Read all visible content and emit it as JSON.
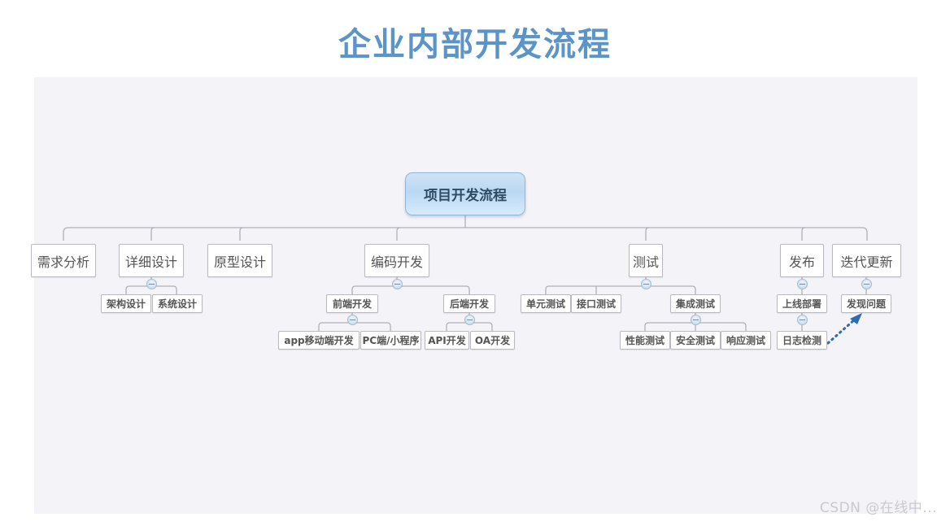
{
  "page": {
    "title": "企业内部开发流程",
    "title_color": "#5b94c9",
    "canvas_bg": "#f4f3f8",
    "watermark": "CSDN @在线中..."
  },
  "chart_data": {
    "type": "diagram",
    "diagram_kind": "mindmap-tree",
    "title": "企业内部开发流程",
    "root": "项目开发流程",
    "orientation": "top-down",
    "node_count": 27,
    "levels": 4,
    "nodes": {
      "root": {
        "label": "项目开发流程",
        "level": 1
      },
      "l2": [
        {
          "label": "需求分析",
          "level": 2,
          "children": []
        },
        {
          "label": "详细设计",
          "level": 2,
          "children": [
            "架构设计",
            "系统设计"
          ]
        },
        {
          "label": "原型设计",
          "level": 2,
          "children": []
        },
        {
          "label": "编码开发",
          "level": 2,
          "children": [
            "前端开发",
            "后端开发"
          ]
        },
        {
          "label": "测试",
          "level": 2,
          "children": [
            "单元测试",
            "接口测试",
            "集成测试"
          ]
        },
        {
          "label": "发布",
          "level": 2,
          "children": [
            "上线部署"
          ]
        },
        {
          "label": "迭代更新",
          "level": 2,
          "children": [
            "发现问题"
          ]
        }
      ],
      "l3": [
        {
          "label": "架构设计",
          "parent": "详细设计",
          "children": []
        },
        {
          "label": "系统设计",
          "parent": "详细设计",
          "children": []
        },
        {
          "label": "前端开发",
          "parent": "编码开发",
          "children": [
            "app移动端开发",
            "PC端/小程序"
          ]
        },
        {
          "label": "后端开发",
          "parent": "编码开发",
          "children": [
            "API开发",
            "OA开发"
          ]
        },
        {
          "label": "单元测试",
          "parent": "测试",
          "children": []
        },
        {
          "label": "接口测试",
          "parent": "测试",
          "children": []
        },
        {
          "label": "集成测试",
          "parent": "测试",
          "children": [
            "性能测试",
            "安全测试",
            "响应测试"
          ]
        },
        {
          "label": "上线部署",
          "parent": "发布",
          "children": [
            "日志检测"
          ]
        },
        {
          "label": "发现问题",
          "parent": "迭代更新",
          "children": []
        }
      ],
      "l4": [
        {
          "label": "app移动端开发",
          "parent": "前端开发"
        },
        {
          "label": "PC端/小程序",
          "parent": "前端开发"
        },
        {
          "label": "API开发",
          "parent": "后端开发"
        },
        {
          "label": "OA开发",
          "parent": "后端开发"
        },
        {
          "label": "性能测试",
          "parent": "集成测试"
        },
        {
          "label": "安全测试",
          "parent": "集成测试"
        },
        {
          "label": "响应测试",
          "parent": "集成测试"
        },
        {
          "label": "日志检测",
          "parent": "上线部署"
        }
      ]
    },
    "feedback_edge": {
      "from": "日志检测",
      "to": "发现问题",
      "style": "dotted-arrow",
      "color": "#2d6cb5"
    },
    "collapse_toggles": [
      "详细设计",
      "编码开发",
      "测试",
      "发布",
      "迭代更新",
      "前端开发",
      "后端开发",
      "集成测试",
      "上线部署"
    ]
  }
}
